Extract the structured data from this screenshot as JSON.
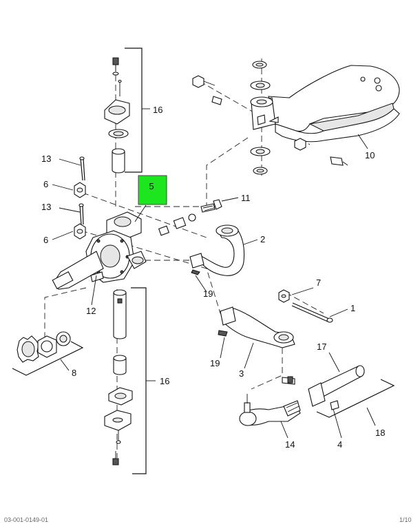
{
  "diagram": {
    "callouts": [
      "16",
      "10",
      "13",
      "6",
      "13",
      "6",
      "11",
      "2",
      "19",
      "7",
      "1",
      "12",
      "8",
      "19",
      "3",
      "17",
      "16",
      "14",
      "4",
      "18"
    ],
    "highlight_label": "5",
    "highlight_color": "#1ee61e",
    "footer_left": "03-001-0149-01",
    "footer_right": "1/10"
  }
}
